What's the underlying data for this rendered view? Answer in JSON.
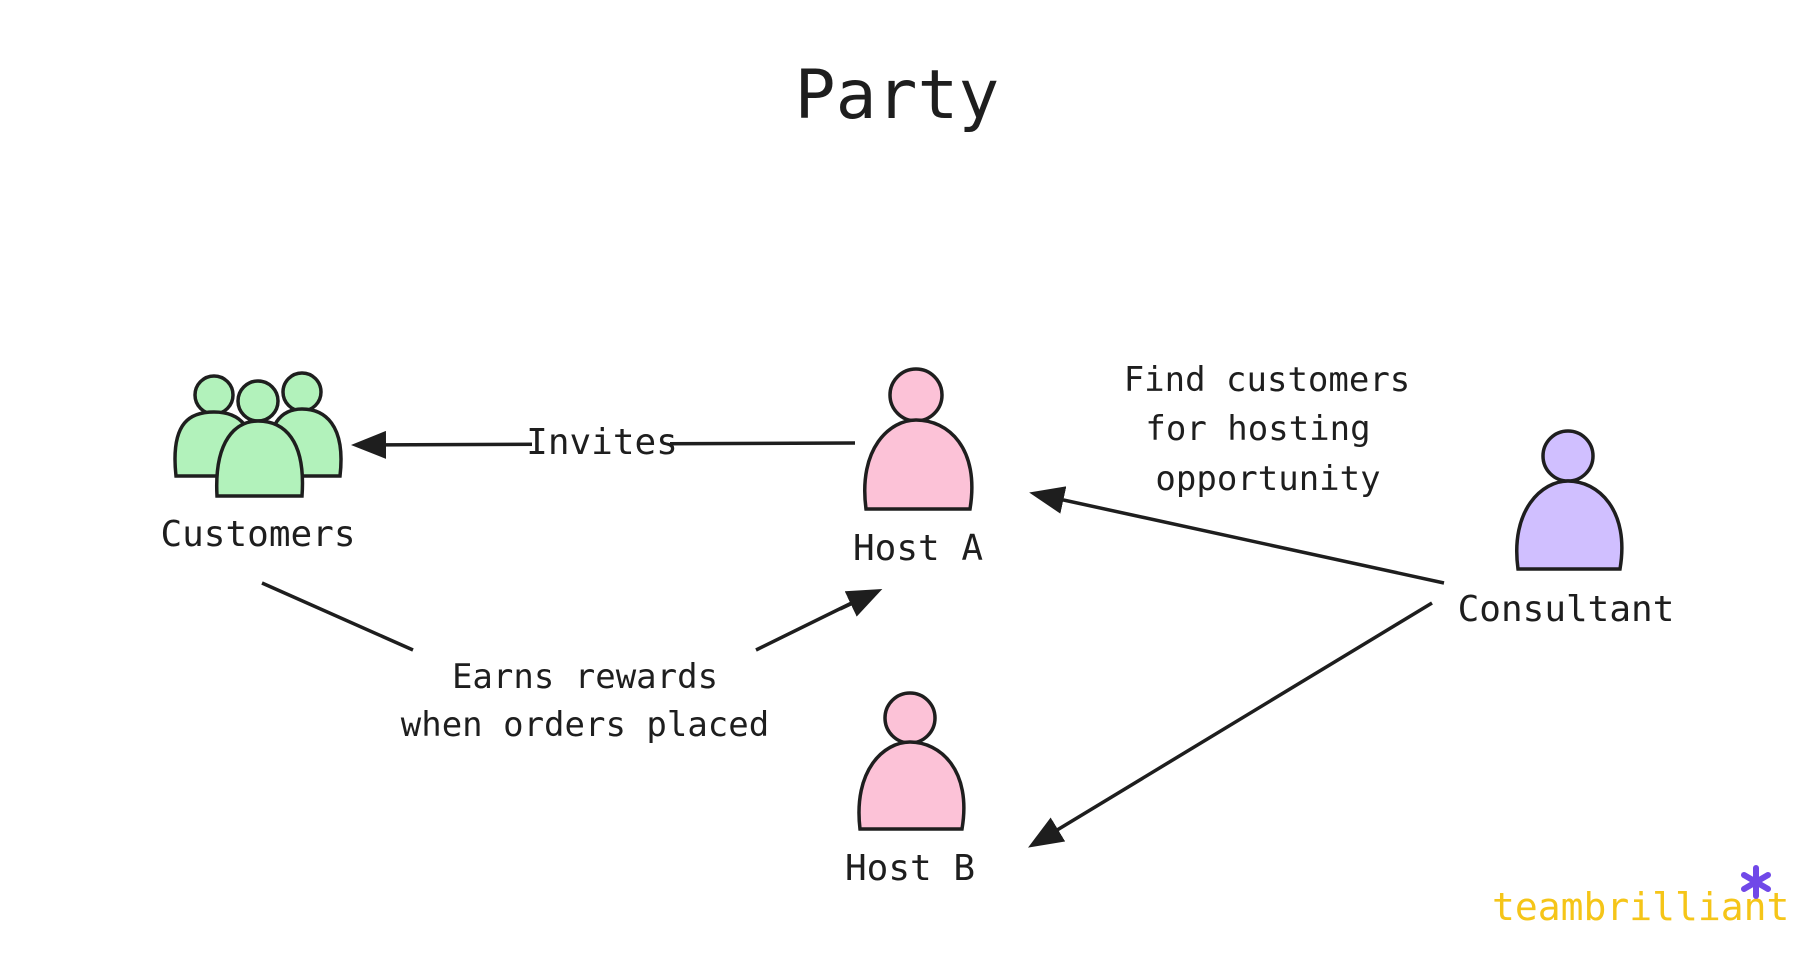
{
  "title": "Party",
  "nodes": {
    "customers": {
      "label": "Customers",
      "icon": "people-group-icon",
      "color": "#b2f2bb"
    },
    "host_a": {
      "label": "Host A",
      "icon": "person-icon",
      "color": "#fcc2d7"
    },
    "host_b": {
      "label": "Host B",
      "icon": "person-icon",
      "color": "#fcc2d7"
    },
    "consultant": {
      "label": "Consultant",
      "icon": "person-icon",
      "color": "#d0bfff"
    }
  },
  "edges": {
    "invites": {
      "label": "Invites",
      "from": "Host A",
      "to": "Customers"
    },
    "rewards": {
      "label_line1": "Earns rewards",
      "label_line2": "when orders placed",
      "from": "Customers",
      "to": "Host A"
    },
    "find": {
      "label_line1": "Find customers",
      "label_line2": "for hosting",
      "label_line3": "opportunity",
      "from": "Consultant",
      "to": "Host A"
    },
    "to_host_b": {
      "from": "Consultant",
      "to": "Host B"
    }
  },
  "brand": {
    "name": "teambrilliant",
    "color": "#f5c518",
    "accent": "#7048e8"
  },
  "colors": {
    "stroke": "#1e1e1e",
    "background": "#ffffff"
  }
}
